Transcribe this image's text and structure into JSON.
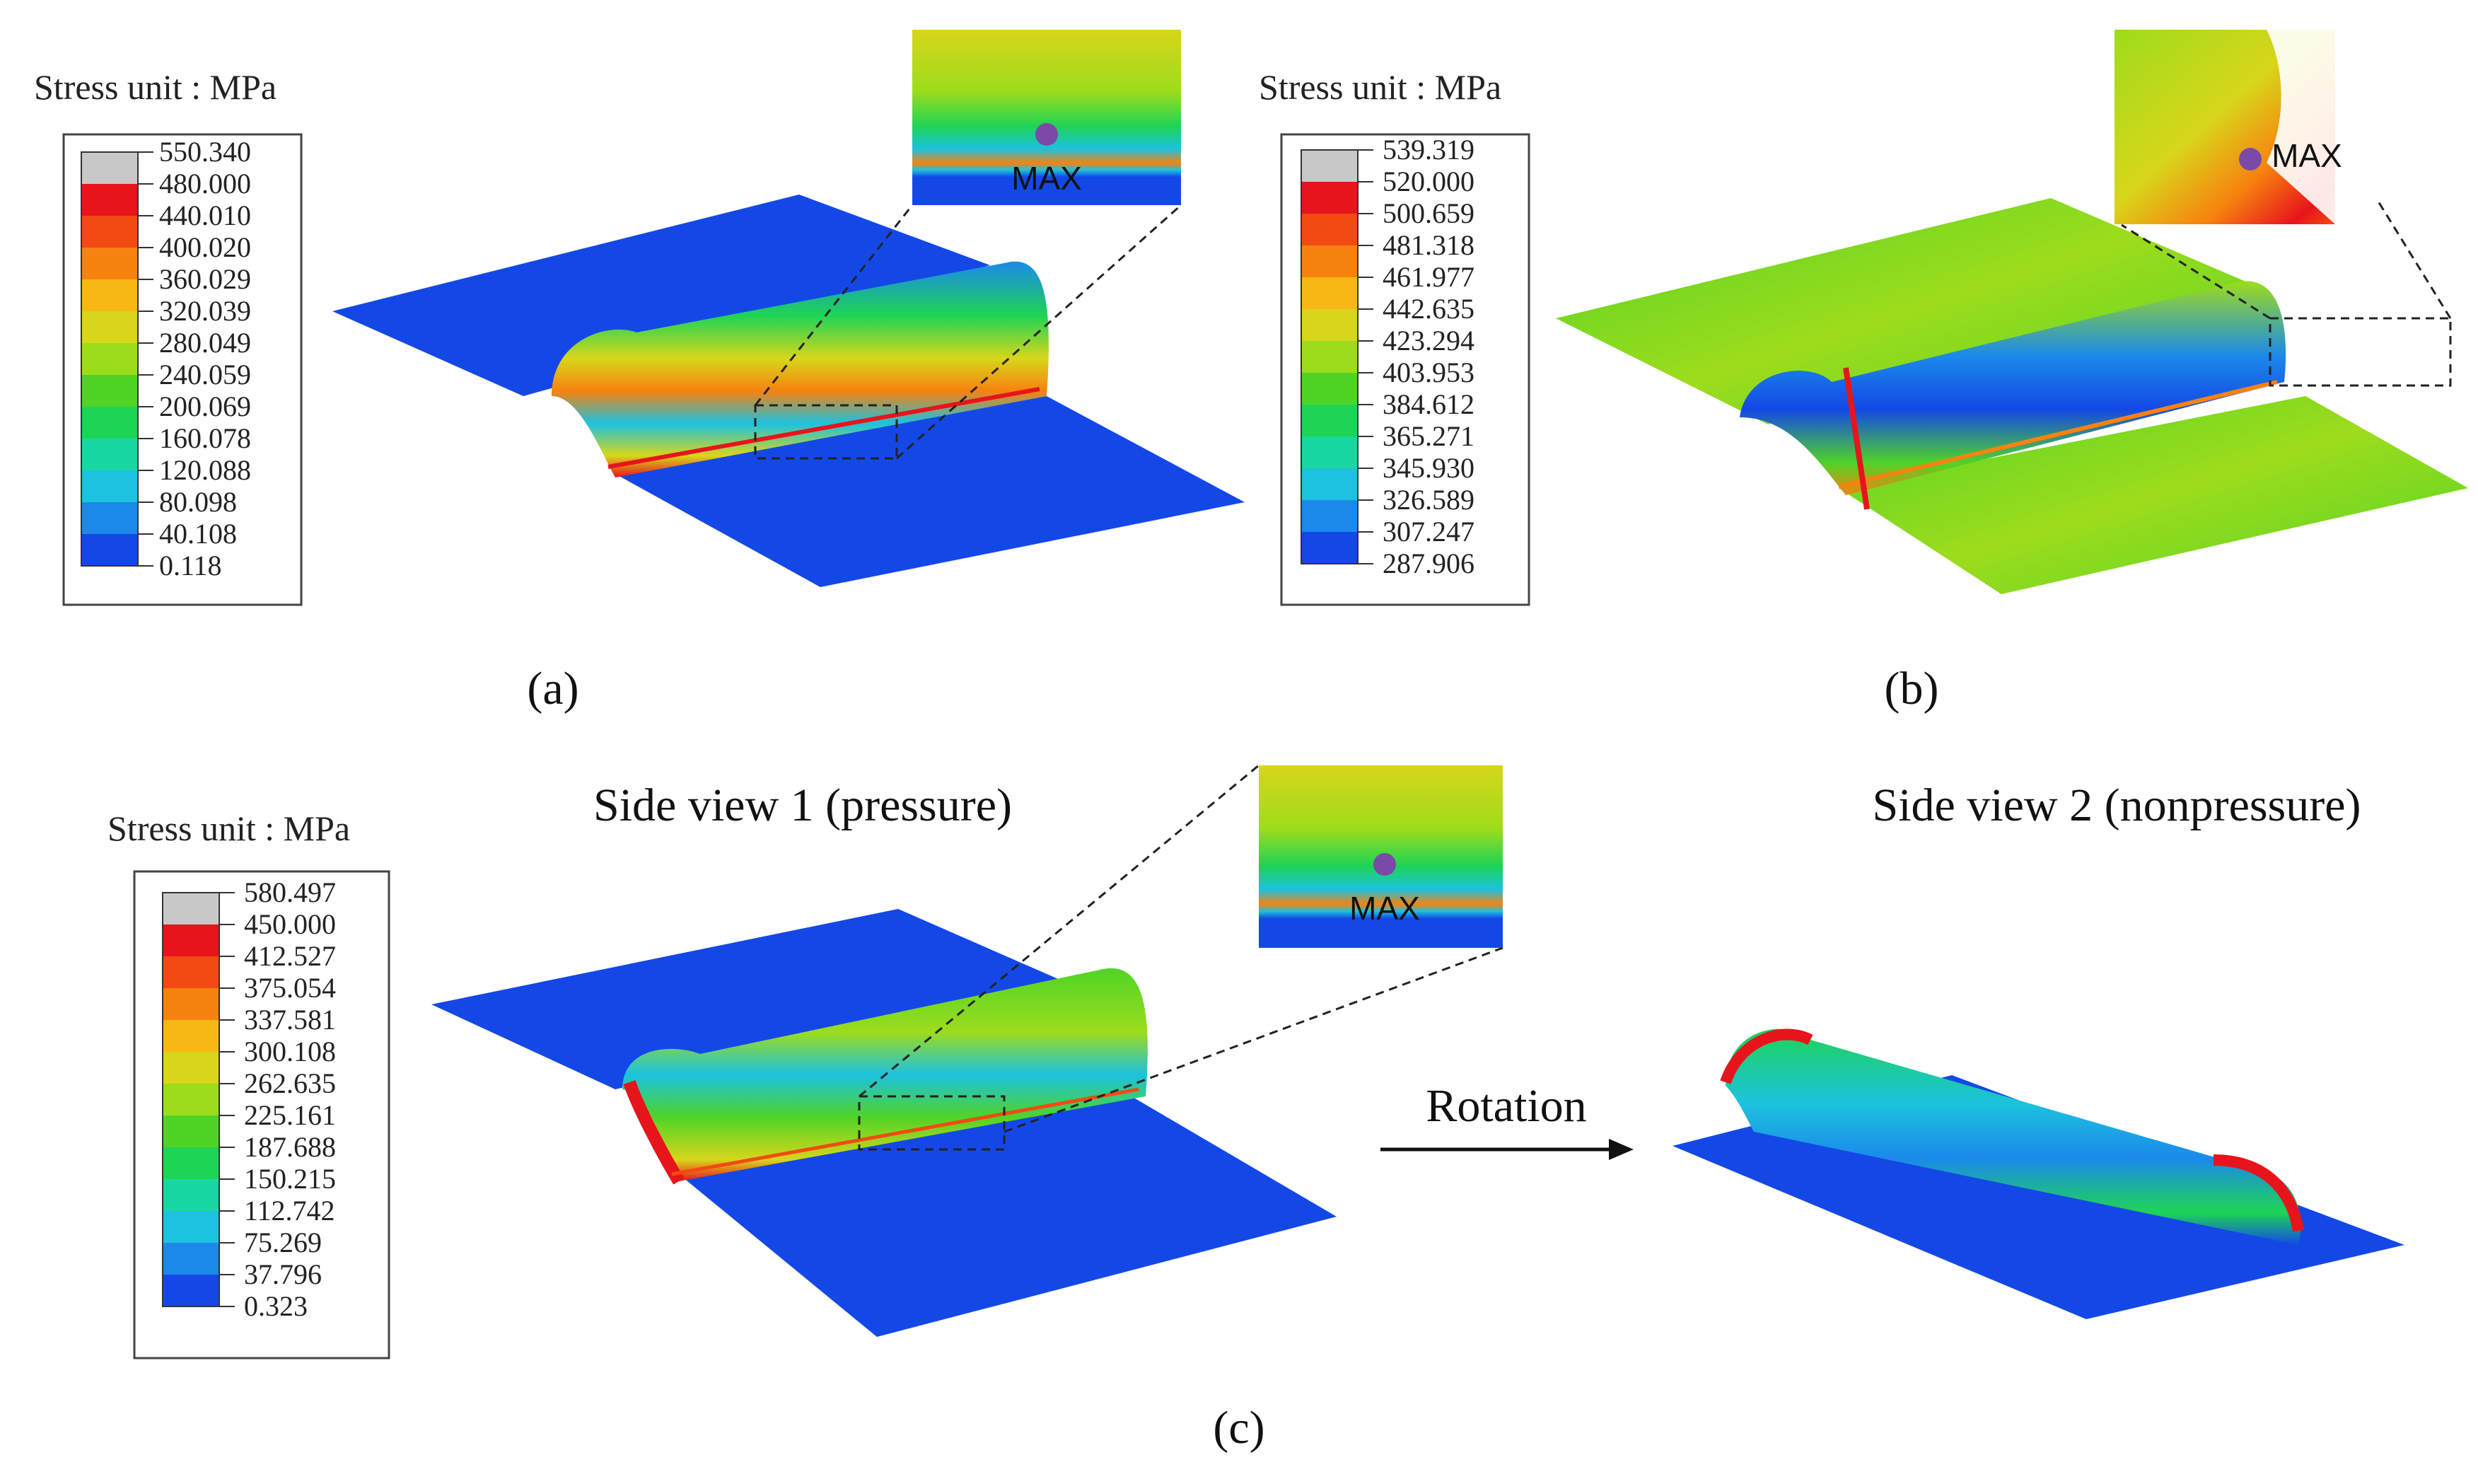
{
  "panels": [
    {
      "id": "a",
      "label": "(a)",
      "legend_title": "Stress unit : MPa",
      "legend_values": [
        "550.340",
        "480.000",
        "440.010",
        "400.020",
        "360.029",
        "320.039",
        "280.049",
        "240.059",
        "200.069",
        "160.078",
        "120.088",
        "80.098",
        "40.108",
        "0.118"
      ],
      "max_label": "MAX"
    },
    {
      "id": "b",
      "label": "(b)",
      "legend_title": "Stress unit : MPa",
      "legend_values": [
        "539.319",
        "520.000",
        "500.659",
        "481.318",
        "461.977",
        "442.635",
        "423.294",
        "403.953",
        "384.612",
        "365.271",
        "345.930",
        "326.589",
        "307.247",
        "287.906"
      ],
      "max_label": "MAX"
    },
    {
      "id": "c",
      "label": "(c)",
      "legend_title": "Stress unit : MPa",
      "legend_values": [
        "580.497",
        "450.000",
        "412.527",
        "375.054",
        "337.581",
        "300.108",
        "262.635",
        "225.161",
        "187.688",
        "150.215",
        "112.742",
        "75.269",
        "37.796",
        "0.323"
      ],
      "max_label": "MAX",
      "view1_title": "Side view 1 (pressure)",
      "view2_title": "Side view 2 (nonpressure)",
      "rotation_label": "Rotation"
    }
  ],
  "colors": {
    "contour_bands": [
      "#c8c8c8",
      "#e8141b",
      "#f24a12",
      "#f7820f",
      "#f8b714",
      "#d8d61a",
      "#9ddc1c",
      "#4fd426",
      "#1ed455",
      "#19d7a0",
      "#1cc2df",
      "#1b89ea",
      "#1448e6",
      "#1010d8"
    ],
    "max_marker": "#7a4aa8"
  }
}
